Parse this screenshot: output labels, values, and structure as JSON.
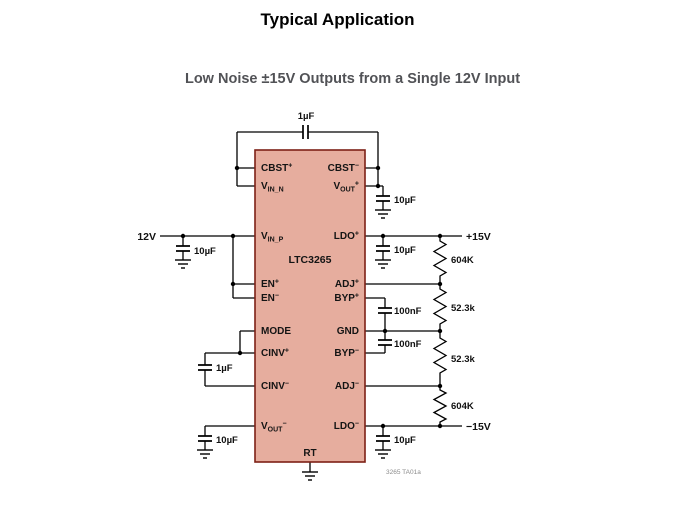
{
  "header": {
    "title": "Typical Application",
    "subtitle": "Low Noise ±15V Outputs from a Single 12V Input"
  },
  "ic": {
    "part_number": "LTC3265",
    "pins": {
      "cbst_p": {
        "base": "CBST",
        "sup": "+"
      },
      "cbst_n": {
        "base": "CBST",
        "sup": "−"
      },
      "vin_n": {
        "base": "V",
        "sub": "IN_N"
      },
      "vout_p": {
        "base": "V",
        "sub": "OUT",
        "sup": "+"
      },
      "vin_p": {
        "base": "V",
        "sub": "IN_P"
      },
      "ldo_p": {
        "base": "LDO",
        "sup": "+"
      },
      "en_p": {
        "base": "EN",
        "sup": "+"
      },
      "adj_p": {
        "base": "ADJ",
        "sup": "+"
      },
      "en_n": {
        "base": "EN",
        "sup": "−"
      },
      "byp_p": {
        "base": "BYP",
        "sup": "+"
      },
      "mode": {
        "base": "MODE"
      },
      "gnd": {
        "base": "GND"
      },
      "cinv_p": {
        "base": "CINV",
        "sup": "+"
      },
      "byp_n": {
        "base": "BYP",
        "sup": "−"
      },
      "cinv_n": {
        "base": "CINV",
        "sup": "−"
      },
      "adj_n": {
        "base": "ADJ",
        "sup": "−"
      },
      "vout_n": {
        "base": "V",
        "sub": "OUT",
        "sup": "−"
      },
      "ldo_n": {
        "base": "LDO",
        "sup": "−"
      },
      "rt": {
        "base": "RT"
      }
    }
  },
  "nets": {
    "input": "12V",
    "pos_out": "+15V",
    "neg_out": "−15V"
  },
  "components": {
    "boost_cap": "1µF",
    "input_cap": "10µF",
    "vout_p_cap": "10µF",
    "ldo_p_cap": "10µF",
    "byp_p_cap": "100nF",
    "byp_n_cap": "100nF",
    "cinv_cap": "1µF",
    "vout_n_cap": "10µF",
    "ldo_n_cap": "10µF",
    "r_pos_top": "604K",
    "r_pos_bot": "52.3k",
    "r_neg_top": "52.3k",
    "r_neg_bot": "604K"
  },
  "footer": {
    "figure_id": "3265 TA01a"
  },
  "colors": {
    "ic_fill": "#e6ad9e",
    "ic_border": "#7d2016"
  }
}
